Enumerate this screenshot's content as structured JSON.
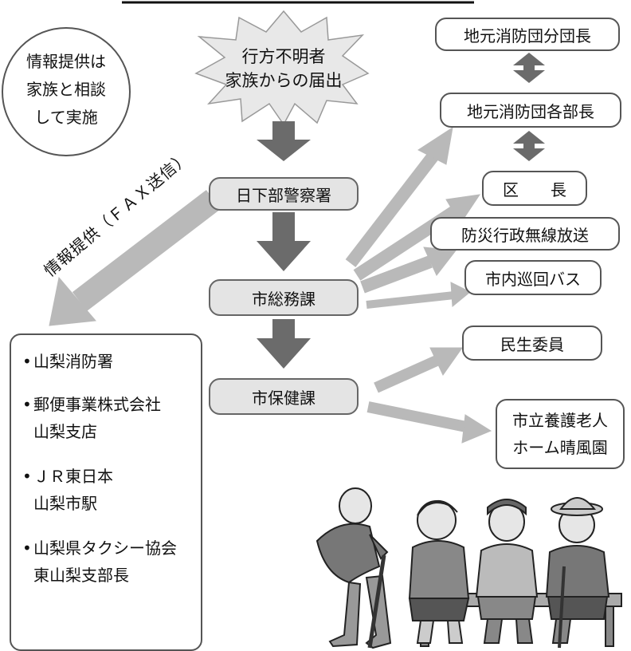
{
  "burst": {
    "line1": "行方不明者",
    "line2": "家族からの届出"
  },
  "circle": {
    "line1": "情報提供は",
    "line2": "家族と相談",
    "line3": "して実施"
  },
  "flow": {
    "police": "日下部警察署",
    "general_affairs": "市総務課",
    "health": "市保健課"
  },
  "fax_label": "情報提供（ＦＡＸ送信）",
  "targets": {
    "fire_branch_chief": "地元消防団分団長",
    "fire_section_chief": "地元消防団各部長",
    "ward_chief": "区　　長",
    "radio": "防災行政無線放送",
    "bus": "市内巡回バス",
    "welfare": "民生委員",
    "nursing_home_line1": "市立養護老人",
    "nursing_home_line2": "ホーム晴風園"
  },
  "list": [
    {
      "line1": "山梨消防署",
      "line2": ""
    },
    {
      "line1": "郵便事業株式会社",
      "line2": "山梨支店"
    },
    {
      "line1": "ＪＲ東日本",
      "line2": "山梨市駅"
    },
    {
      "line1": "山梨県タクシー協会",
      "line2": "東山梨支部長"
    }
  ],
  "colors": {
    "arrow_dark": "#6b6b6b",
    "arrow_light": "#b9b9b9",
    "box_gray": "#e4e4e4"
  },
  "illustration": "elderly-people-on-bench"
}
